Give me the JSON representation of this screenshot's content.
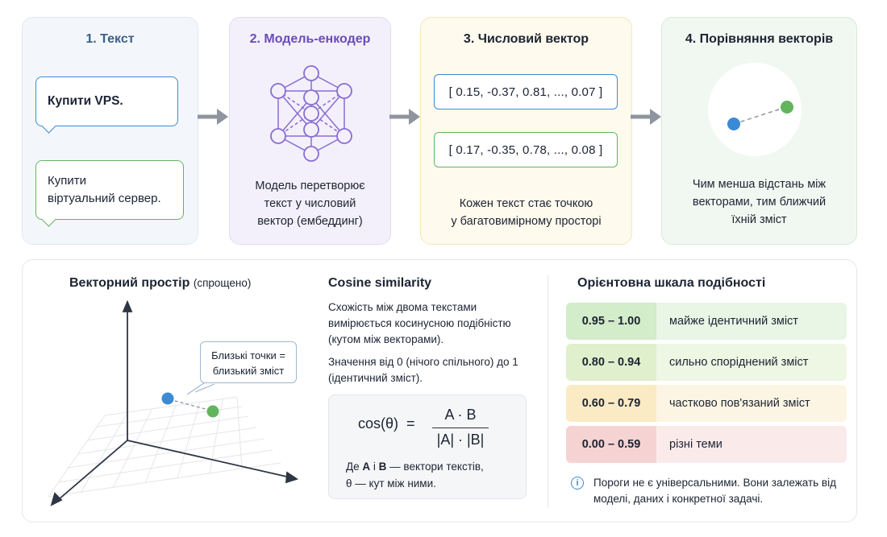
{
  "steps": [
    {
      "title": "1. Текст",
      "bubble_1": "Купити VPS.",
      "bubble_2_line1": "Купити",
      "bubble_2_line2": "віртуальний сервер."
    },
    {
      "title": "2. Модель-енкодер",
      "desc_line1": "Модель перетворює",
      "desc_line2": "текст у числовий",
      "desc_line3": "вектор (ембеддинг)"
    },
    {
      "title": "3. Числовий вектор",
      "vector_1": "[ 0.15, -0.37, 0.81, ..., 0.07 ]",
      "vector_2": "[ 0.17, -0.35, 0.78, ..., 0.08 ]",
      "desc_line1": "Кожен текст стає точкою",
      "desc_line2": "у багатовимірному просторі"
    },
    {
      "title": "4. Порівняння векторів",
      "desc_line1": "Чим менша відстань між",
      "desc_line2": "векторами, тим ближчий",
      "desc_line3": "їхній зміст"
    }
  ],
  "vector_space": {
    "title": "Векторний простір",
    "subtitle": "(спрощено)",
    "callout_line1": "Близькі точки =",
    "callout_line2": "близький зміст"
  },
  "cosine": {
    "title": "Cosine similarity",
    "p1": "Схожість між двома текстами вимірюється косинусною подібністю (кутом між векторами).",
    "p2": "Значення від 0 (нічого спільного) до 1 (ідентичний зміст).",
    "formula_left": "cos(θ)  =",
    "formula_num": "A · B",
    "formula_den": "|A| · |B|",
    "note_prefix": "Де ",
    "note_a": "A",
    "note_mid": " і ",
    "note_b": "B",
    "note_rest": " — вектори текстів,",
    "note_line2": "θ — кут між ними."
  },
  "scale": {
    "title": "Орієнтовна шкала подібності",
    "rows": [
      {
        "range": "0.95 – 1.00",
        "label": "майже ідентичний зміст"
      },
      {
        "range": "0.80 – 0.94",
        "label": "сильно споріднений зміст"
      },
      {
        "range": "0.60 – 0.79",
        "label": "частково пов'язаний зміст"
      },
      {
        "range": "0.00 – 0.59",
        "label": "різні теми"
      }
    ],
    "info_icon": "i",
    "info": "Пороги не є універсальними. Вони залежать від моделі, даних і конкретної задачі."
  },
  "colors": {
    "blue": "#3b8ad6",
    "green": "#62b55d",
    "purple": "#8a6cd4",
    "arrow": "#8e959e"
  }
}
